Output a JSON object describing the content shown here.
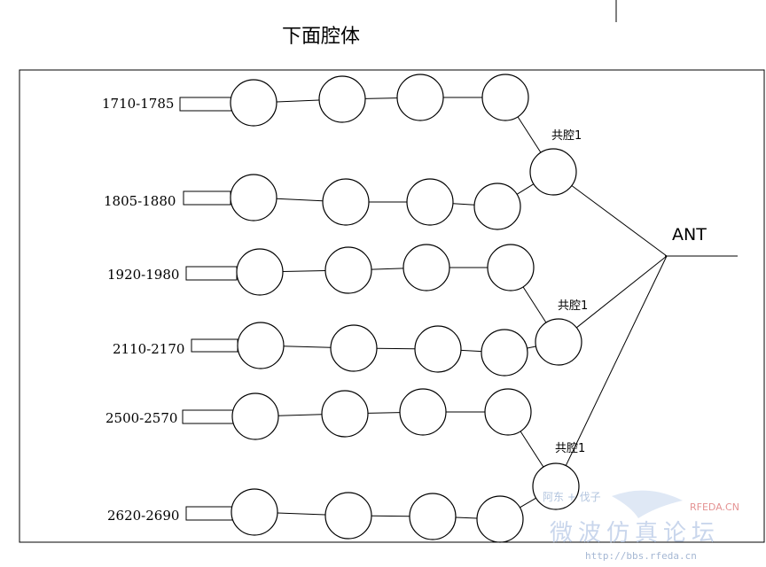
{
  "title": "下面腔体",
  "antenna_label": "ANT",
  "junctions": [
    "共腔1",
    "共腔1",
    "共腔1"
  ],
  "bands": [
    {
      "label": "1710-1785"
    },
    {
      "label": "1805-1880"
    },
    {
      "label": "1920-1980"
    },
    {
      "label": "2110-2170"
    },
    {
      "label": "2500-2570"
    },
    {
      "label": "2620-2690"
    }
  ],
  "watermark": {
    "site_cn": "微波仿真论坛",
    "brand": "RFEDA.CN",
    "url": "http://bbs.rfeda.cn",
    "partner": "阿东 + 伐子"
  }
}
